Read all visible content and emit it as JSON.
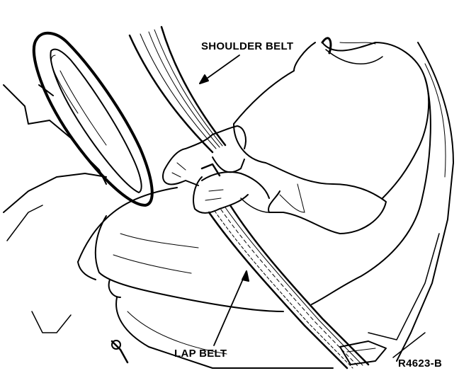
{
  "labels": {
    "shoulder_belt": "SHOULDER BELT",
    "lap_belt": "LAP BELT",
    "figure_id": "R4623-B"
  },
  "colors": {
    "ink": "#000000",
    "paper": "#ffffff"
  }
}
